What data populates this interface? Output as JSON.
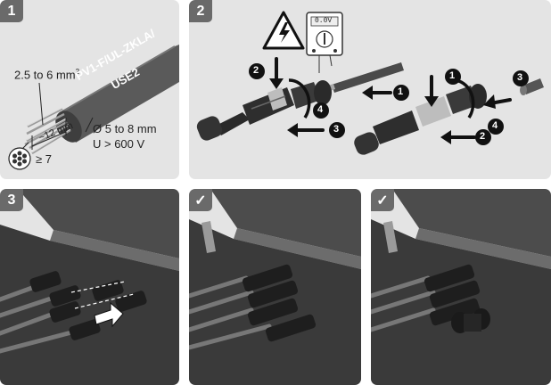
{
  "panels": {
    "p1": {
      "badge": "1",
      "cable_text_line1": "PV1-F/UL-ZKLA/",
      "cable_text_line2": "USE2",
      "cross_section": "2.5 to 6 mm",
      "cross_section_sup": "2",
      "strip_length": "~12 mm",
      "diameter": "Ø 5 to 8 mm",
      "voltage": "U > 600 V",
      "strands": "≥ 7"
    },
    "p2": {
      "badge": "2",
      "meter_display": "0.0V",
      "steps_left": [
        "2",
        "4",
        "3",
        "1"
      ],
      "steps_right": [
        "1",
        "3",
        "2",
        "4"
      ]
    },
    "p3": {
      "badge": "3"
    },
    "p4": {
      "badge": "✓"
    },
    "p5": {
      "badge": "✓"
    }
  },
  "colors": {
    "panel_bg": "#e4e4e4",
    "badge_bg": "#6a6a6a",
    "dark": "#333333",
    "metal": "#c8c8c8"
  }
}
